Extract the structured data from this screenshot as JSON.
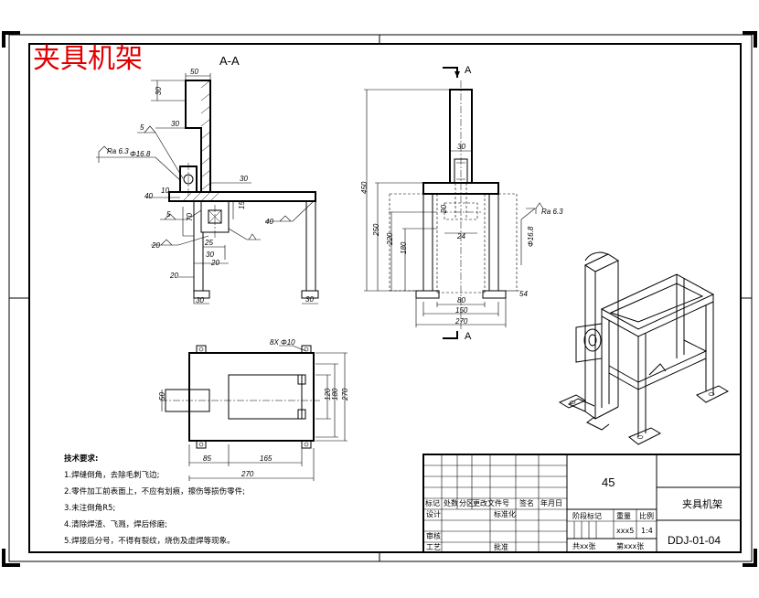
{
  "sheet": {
    "title_red": "夹具机架",
    "section_label": "A-A",
    "view_a_letter": "A"
  },
  "section_view_dims": [
    "50",
    "30",
    "30",
    "30",
    "40",
    "10",
    "70",
    "25",
    "30",
    "20",
    "20",
    "30"
  ],
  "section_view_symbols": {
    "weld_size": "5",
    "tol1": "Φ16.8",
    "roughness": "Ra 6.3"
  },
  "front_view_dims": [
    "450",
    "30",
    "250",
    "220",
    "180",
    "80",
    "150",
    "270",
    "24",
    "20",
    "54"
  ],
  "front_view_symbols": {
    "bore": "Φ16.8",
    "roughness": "Ra 6.3"
  },
  "top_view_dims": [
    "8X Φ10",
    "50",
    "120",
    "180",
    "270",
    "85",
    "165",
    "270"
  ],
  "notes": {
    "heading": "技术要求:",
    "items": [
      "1.焊缝倒角，去除毛刺飞边;",
      "2.零件加工前表面上，不应有划痕，擦伤等损伤零件;",
      "3.未注倒角R5;",
      "4.清除焊渣、飞溅，焊后修磨;",
      "5.焊接后分号，不得有裂纹，烧伤及虚焊等现象。"
    ]
  },
  "title_block": {
    "material": "45",
    "drawing_name": "夹具机架",
    "drawing_number": "DDJ-01-04",
    "rev_headers": [
      "标记",
      "处数",
      "分区",
      "更改文件号",
      "签名",
      "年月日"
    ],
    "design": "设计",
    "standardize": "标准化",
    "review": "审核",
    "process": "工艺",
    "approve": "批准",
    "stage_label": "阶段标记",
    "weight_label": "重量",
    "scale_label": "比例",
    "weight_value": "xxx5",
    "scale_value": "1:4",
    "sheets": "共xx张",
    "sheet_no": "第xxx张"
  }
}
